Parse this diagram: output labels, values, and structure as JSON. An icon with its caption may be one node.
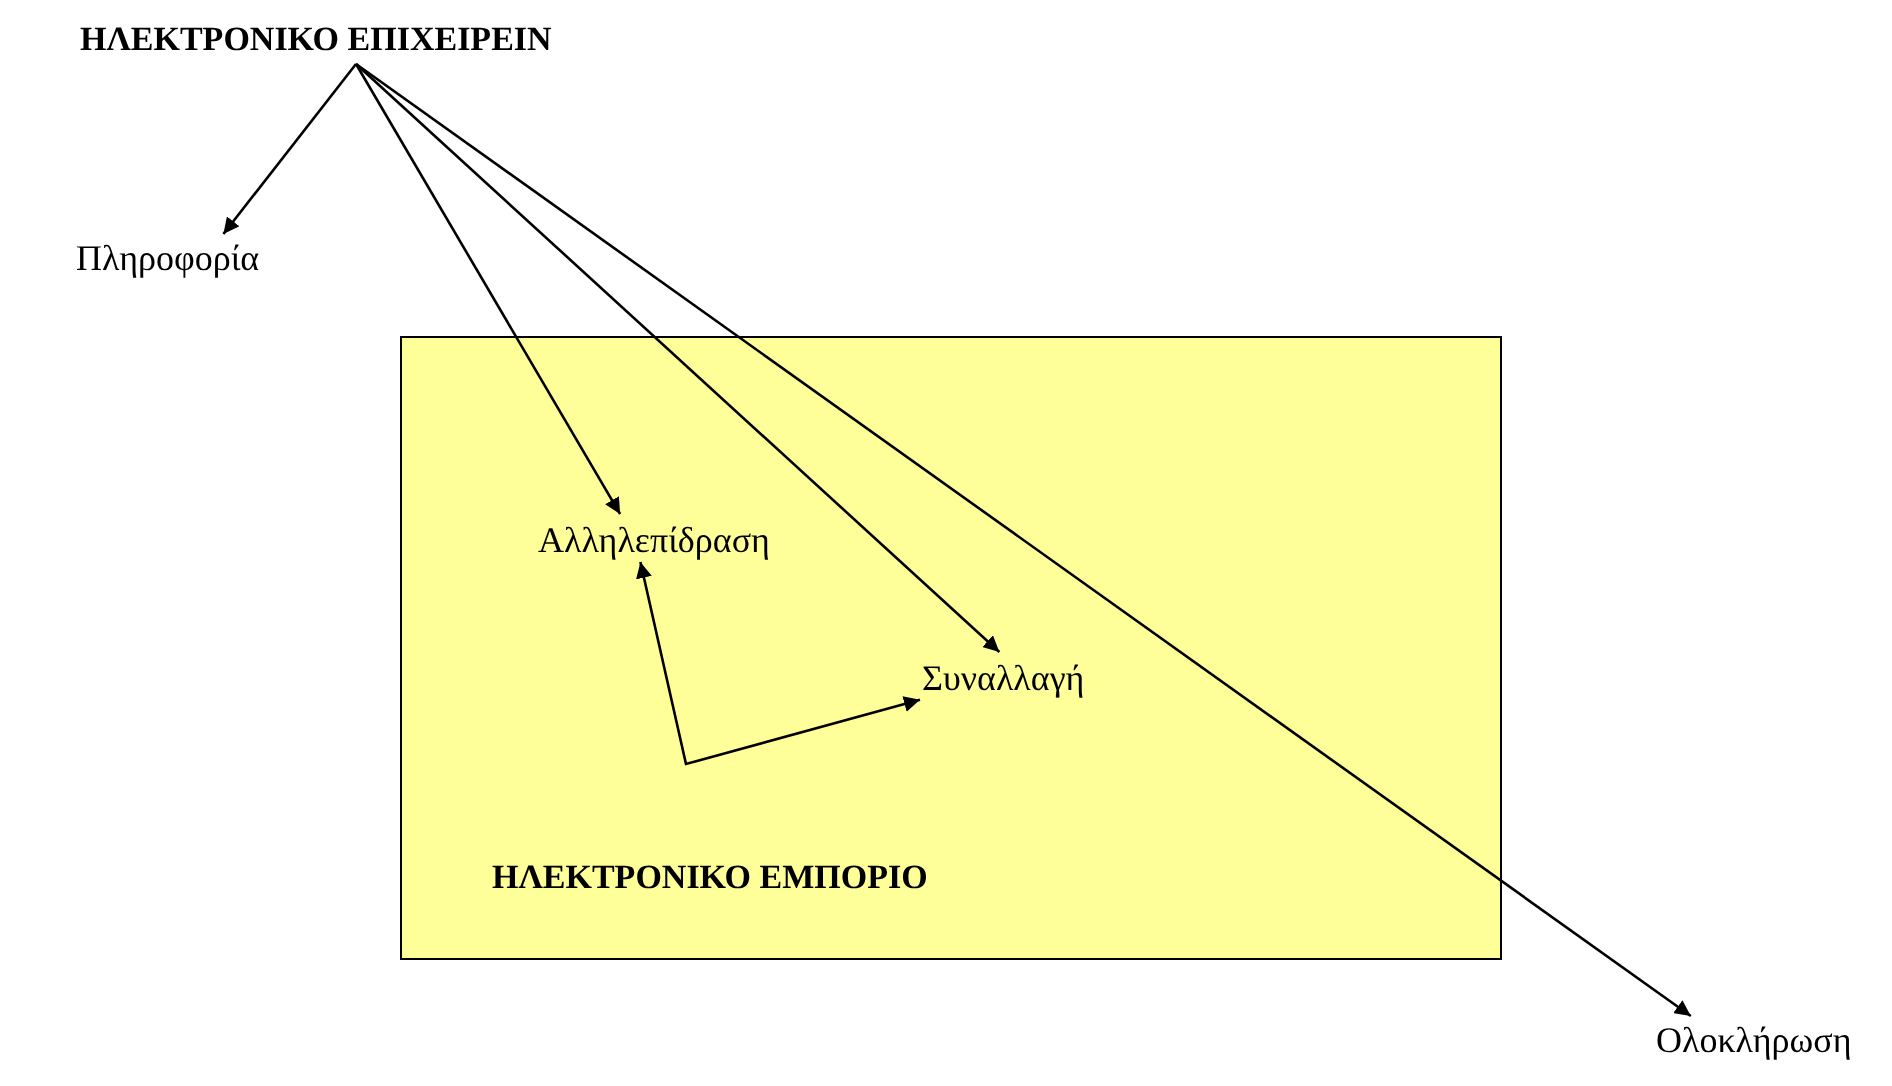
{
  "diagram": {
    "nodes": [
      {
        "text": [
          "ΗΛΕΚΤΡΟΝΙΚΟ ΕΠΙΧΕΙΡΕΙΝ"
        ]
      },
      {
        "text": [
          "Πληροφορία"
        ]
      },
      {
        "text": [
          "ΗΛΕΚΤΡΟΝΙΚΟ ΕΜΠΟΡΙΟ"
        ]
      },
      {
        "text": [
          "Αλληλεπίδραση"
        ],
        "in": 2
      },
      {
        "text": [
          "Συναλλαγή"
        ],
        "in": 2
      },
      {
        "text": [
          "Ολοκλήρωση"
        ]
      }
    ],
    "edges": [
      {
        "from": 0,
        "to": 1,
        "arrow": "to"
      },
      {
        "from": 0,
        "to": 3,
        "arrow": "to"
      },
      {
        "from": 0,
        "to": 4,
        "arrow": "to"
      },
      {
        "from": 0,
        "to": 5,
        "arrow": "to"
      },
      {
        "from": 3,
        "to": 4,
        "arrow": "both"
      }
    ]
  }
}
